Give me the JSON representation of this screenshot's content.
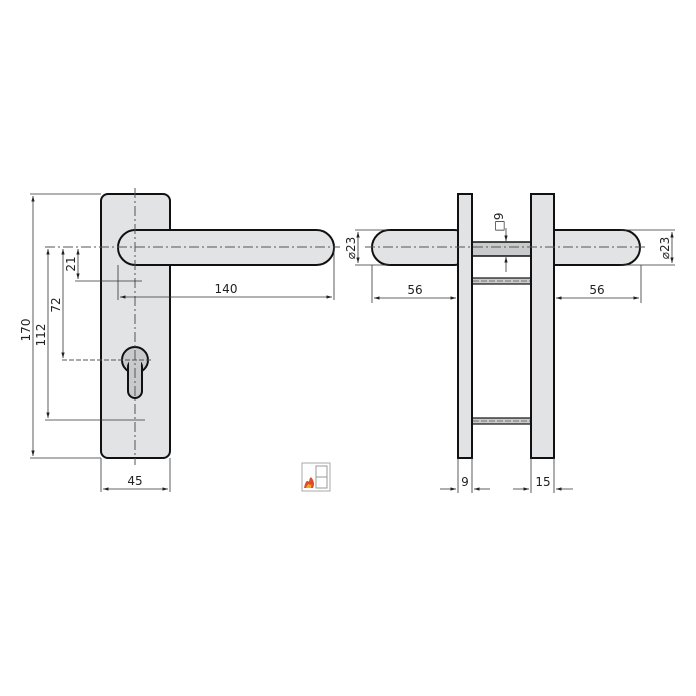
{
  "drawing": {
    "title": "Door handle on short backplate – technical dimension drawing",
    "colors": {
      "part_fill": "#e2e3e4",
      "part_stroke": "#111111",
      "spindle_fill": "#c9cacb",
      "dim_line": "#333333",
      "centerline": "#555555"
    },
    "front_view": {
      "dimensions": {
        "overall_height": "170",
        "handle_to_bottom_line": "112",
        "handle_to_cylinder": "72",
        "handle_to_rose_line": "21",
        "handle_length": "140",
        "plate_width": "45"
      }
    },
    "side_view": {
      "dimensions": {
        "handle_diameter_left": "⌀23",
        "handle_diameter_right": "⌀23",
        "spindle_square": "□9",
        "handle_projection_left": "56",
        "handle_projection_right": "56",
        "plate_thickness_left": "9",
        "plate_thickness_right": "15"
      }
    },
    "badges": {
      "fire_door_icon": "fire-rated-door-icon"
    }
  }
}
